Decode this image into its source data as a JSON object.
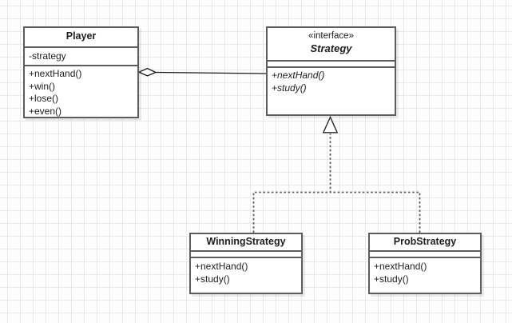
{
  "diagram": {
    "type": "uml-class-diagram",
    "pattern": "Strategy",
    "colors": {
      "grid_line": "#e9e9e9",
      "box_border": "#5d5d5d",
      "box_fill": "#ffffff",
      "edge_solid": "#1a1a1a",
      "edge_dashed": "#5e5e5e",
      "text": "#202020"
    }
  },
  "classes": {
    "player": {
      "title": "Player",
      "attributes": [
        "-strategy"
      ],
      "methods": [
        "+nextHand()",
        "+win()",
        "+lose()",
        "+even()"
      ]
    },
    "strategy": {
      "stereotype": "«interface»",
      "title": "Strategy",
      "attributes": [],
      "methods": [
        "+nextHand()",
        "+study()"
      ]
    },
    "winning": {
      "title": "WinningStrategy",
      "attributes": [],
      "methods": [
        "+nextHand()",
        "+study()"
      ]
    },
    "prob": {
      "title": "ProbStrategy",
      "attributes": [],
      "methods": [
        "+nextHand()",
        "+study()"
      ]
    }
  },
  "relationships": [
    {
      "type": "aggregation",
      "from": "Player",
      "to": "Strategy",
      "marker": "hollow-diamond"
    },
    {
      "type": "realization",
      "from": "WinningStrategy",
      "to": "Strategy",
      "marker": "hollow-triangle"
    },
    {
      "type": "realization",
      "from": "ProbStrategy",
      "to": "Strategy",
      "marker": "hollow-triangle"
    }
  ]
}
